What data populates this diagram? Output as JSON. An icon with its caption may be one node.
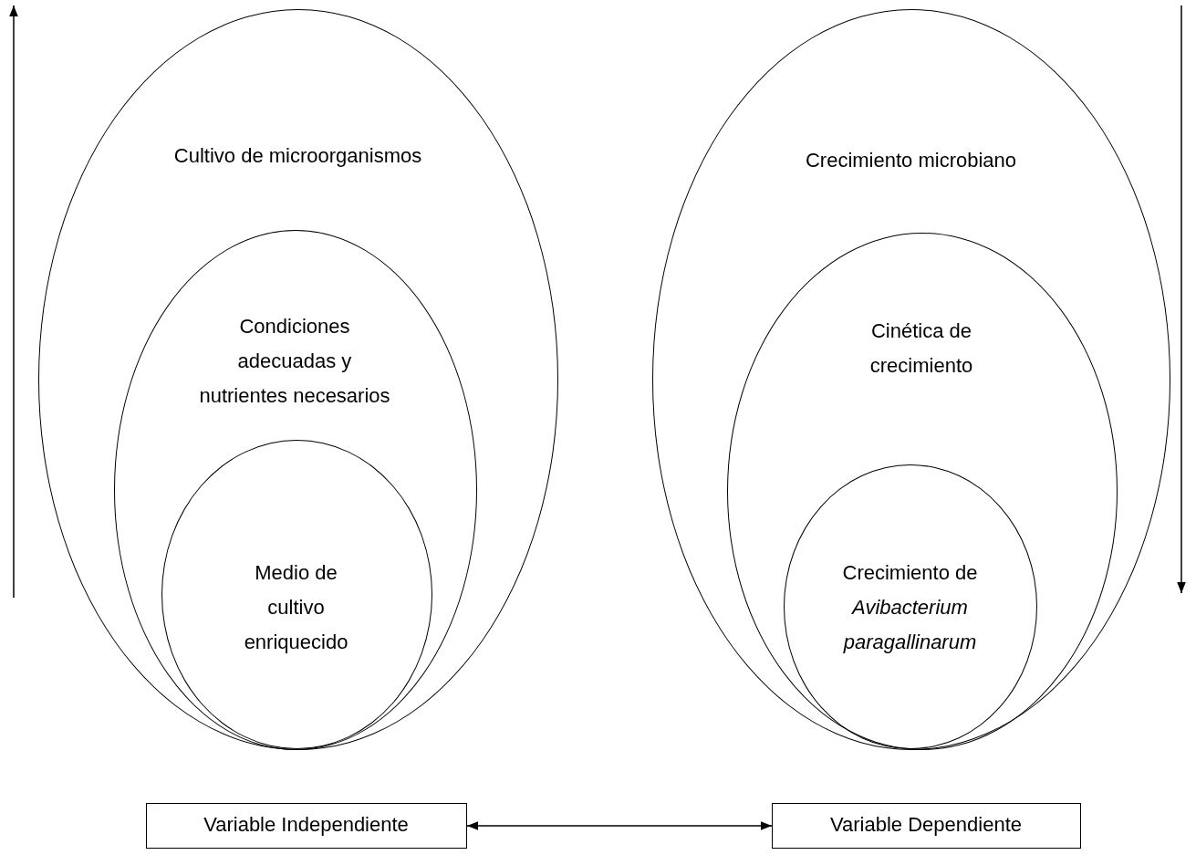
{
  "diagram": {
    "nodes": [
      {
        "text": [
          "Cultivo de microorganismos"
        ]
      },
      {
        "text": [
          "Condiciones adecuadas y nutrientes necesarios"
        ],
        "in": 0
      },
      {
        "text": [
          "Medio de cultivo enriquecido"
        ],
        "in": 1
      },
      {
        "text": [
          "Crecimiento microbiano"
        ]
      },
      {
        "text": [
          "Cinética de crecimiento"
        ],
        "in": 3
      },
      {
        "text": [
          "Crecimiento de *Avibacterium paragallinarum*"
        ],
        "in": 4
      },
      {
        "text": [
          "Variable Independiente"
        ]
      },
      {
        "text": [
          "Variable Dependiente"
        ]
      }
    ],
    "edges": [
      {
        "from": 6,
        "to": 7,
        "arrow": "both"
      }
    ]
  }
}
